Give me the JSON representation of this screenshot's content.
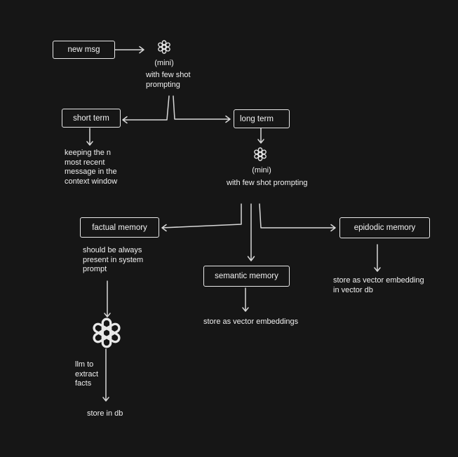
{
  "nodes": {
    "new_msg": "new msg",
    "short_term": "short term",
    "long_term": "long term",
    "factual_memory": "factual memory",
    "semantic_memory": "semantic memory",
    "episodic_memory": "epidodic memory"
  },
  "annotations": {
    "mini_top": "(mini)",
    "few_shot_top": "with few shot\nprompting",
    "short_term_note": "keeping the n\nmost recent\nmessage in the\ncontext window",
    "mini_mid": "(mini)",
    "few_shot_mid": "with few shot prompting",
    "factual_note": "should be always\npresent in system\nprompt",
    "semantic_note": "store as vector embeddings",
    "episodic_note": "store as vector embedding\nin vector db",
    "llm_note": "llm to\nextract\nfacts",
    "store_db": "store in db"
  },
  "icons": {
    "top": "openai-logo-icon",
    "mid": "openai-logo-icon",
    "large": "openai-logo-icon"
  },
  "colors": {
    "background": "#161616",
    "stroke": "#e8e8e8",
    "text": "#f0f0f0"
  }
}
